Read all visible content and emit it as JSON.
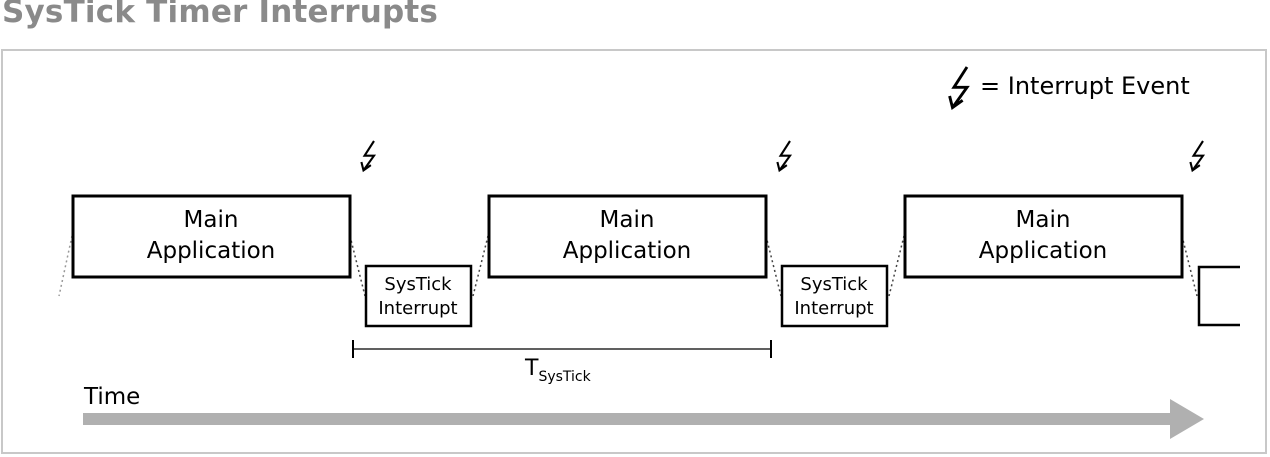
{
  "title": "SysTick Timer Interrupts",
  "legend": {
    "icon": "lightning-bolt-icon",
    "text": "= Interrupt Event"
  },
  "main_blocks": [
    {
      "line1": "Main",
      "line2": "Application"
    },
    {
      "line1": "Main",
      "line2": "Application"
    },
    {
      "line1": "Main",
      "line2": "Application"
    }
  ],
  "interrupt_blocks": [
    {
      "line1": "SysTick",
      "line2": "Interrupt"
    },
    {
      "line1": "SysTick",
      "line2": "Interrupt"
    }
  ],
  "period": {
    "main": "T",
    "subscript": "SysTick"
  },
  "time_label": "Time",
  "colors": {
    "title": "#8a8a8a",
    "frame": "#c8c8c8",
    "arrow": "#b0b0b0",
    "block_border": "#000000"
  }
}
